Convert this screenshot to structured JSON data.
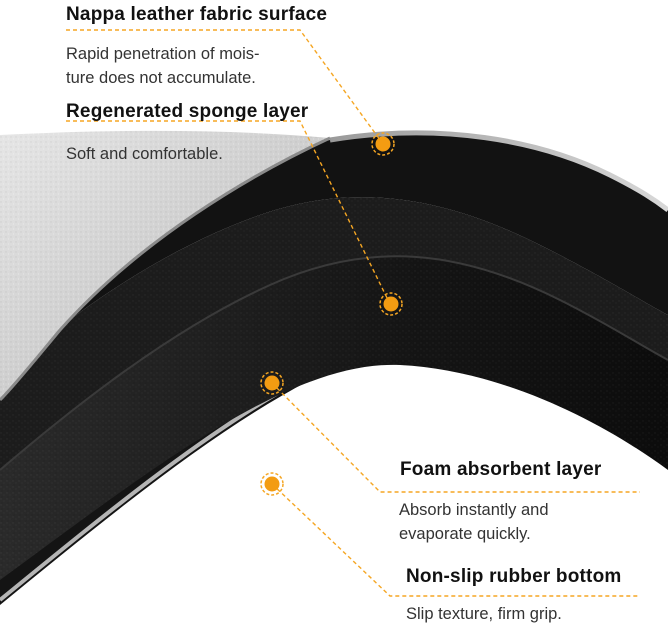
{
  "callouts": {
    "nappa": {
      "title": "Nappa leather fabric surface",
      "desc_line1": "Rapid penetration of mois-",
      "desc_line2": "ture does not accumulate."
    },
    "sponge": {
      "title": "Regenerated sponge layer",
      "desc": "Soft and comfortable."
    },
    "foam": {
      "title": "Foam absorbent layer",
      "desc_line1": "Absorb instantly and",
      "desc_line2": "evaporate quickly."
    },
    "rubber": {
      "title": "Non-slip rubber bottom",
      "desc": "Slip texture, firm grip."
    }
  },
  "colors": {
    "accent": "#f5a623",
    "marker_core": "#f39c12",
    "fabric": "#c9c9c9",
    "layer_dark": "#1a1a1a"
  }
}
